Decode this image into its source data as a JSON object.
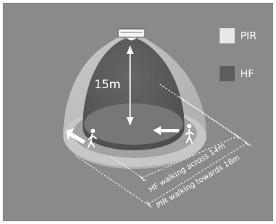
{
  "legend": [
    {
      "label": "PIR",
      "color": "#e8e8e8"
    },
    {
      "label": "HF",
      "color": "#5e5e5e"
    }
  ],
  "diagram": {
    "height_label": "15m",
    "hf_range_label": "HF walking across 14m",
    "pir_range_label": "PIR walking towards 18m"
  },
  "colors": {
    "background": "#8a8a8a",
    "pir_zone": "#b9b9b9",
    "hf_zone": "#5f5f5f",
    "arrow": "#ffffff"
  }
}
